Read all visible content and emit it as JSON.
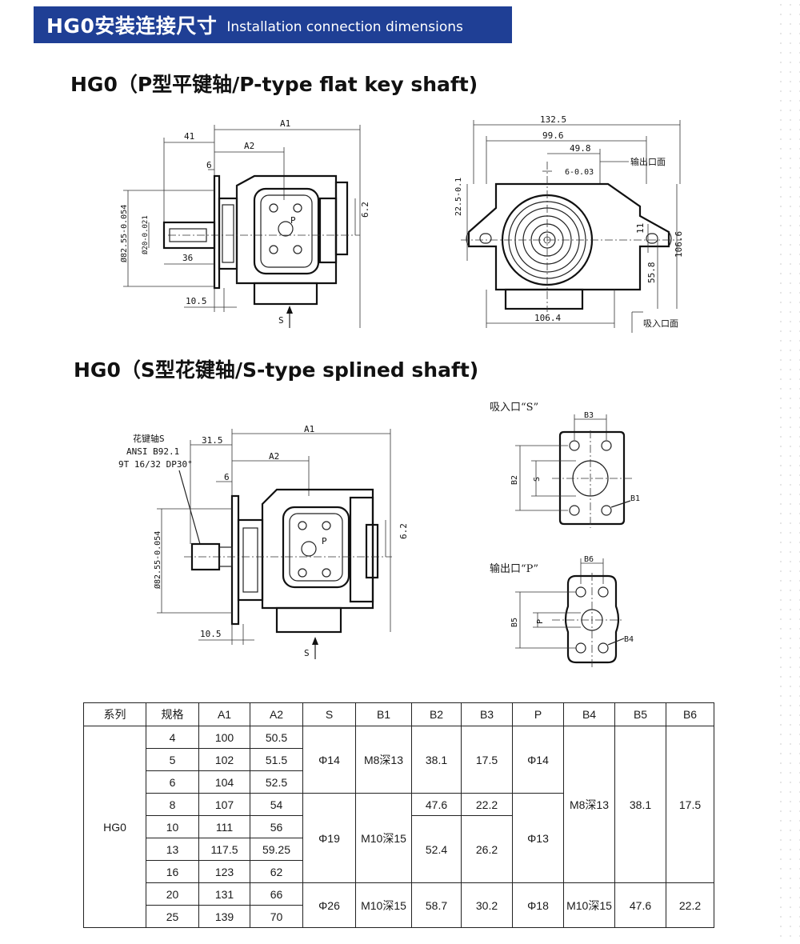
{
  "header": {
    "title_cn": "HG0安装连接尺寸",
    "title_en": "Installation connection dimensions"
  },
  "sections": {
    "p_type": {
      "title": "HG0（P型平键轴/P-type flat key shaft)"
    },
    "s_type": {
      "title": "HG0（S型花键轴/S-type splined shaft)"
    }
  },
  "p_drawing": {
    "A1": "A1",
    "A2": "A2",
    "d41": "41",
    "d6": "6",
    "d62": "6.2",
    "d36": "36",
    "d105": "10.5",
    "S": "S",
    "P": "P",
    "dia82": "Ø82.55-0.054",
    "dia20": "Ø20-0.021"
  },
  "p_front": {
    "d1325": "132.5",
    "d996": "99.6",
    "d498": "49.8",
    "d6tol": "6-0.03",
    "d225": "22.5-0.1",
    "d11": "11",
    "d1066v": "106.6",
    "d558": "55.8",
    "d1064": "106.4",
    "outlet_face": "输出口面",
    "inlet_face": "吸入口面"
  },
  "s_drawing": {
    "spline_name": "花键轴S",
    "spline_std": "ANSI B92.1",
    "spline_spec": "9T 16/32 DP30°",
    "A1": "A1",
    "A2": "A2",
    "d315": "31.5",
    "d6": "6",
    "d62": "6.2",
    "d105": "10.5",
    "S": "S",
    "P": "P",
    "dia82": "Ø82.55-0.054"
  },
  "suction_port": {
    "label": "吸入口“S”",
    "B3": "B3",
    "B2": "B2",
    "S": "S",
    "B1": "B1"
  },
  "outlet_port": {
    "label": "输出口“P”",
    "B6": "B6",
    "B5": "B5",
    "P": "P",
    "B4": "B4"
  },
  "table": {
    "headers": [
      "系列",
      "规格",
      "A1",
      "A2",
      "S",
      "B1",
      "B2",
      "B3",
      "P",
      "B4",
      "B5",
      "B6"
    ],
    "series": "HG0",
    "specs": [
      "4",
      "5",
      "6",
      "8",
      "10",
      "13",
      "16",
      "20",
      "25"
    ],
    "A1": [
      "100",
      "102",
      "104",
      "107",
      "111",
      "117.5",
      "123",
      "131",
      "139"
    ],
    "A2": [
      "50.5",
      "51.5",
      "52.5",
      "54",
      "56",
      "59.25",
      "62",
      "66",
      "70"
    ],
    "S": [
      "Φ14",
      "Φ19",
      "Φ26"
    ],
    "B1": [
      "M8深13",
      "M10深15"
    ],
    "B2": [
      "38.1",
      "47.6",
      "52.4",
      "58.7"
    ],
    "B3": [
      "17.5",
      "22.2",
      "26.2",
      "30.2"
    ],
    "P": [
      "Φ14",
      "Φ13",
      "Φ18"
    ],
    "B4": [
      "M8深13",
      "M10深15"
    ],
    "B5": [
      "38.1",
      "47.6"
    ],
    "B6": [
      "17.5",
      "22.2"
    ]
  }
}
